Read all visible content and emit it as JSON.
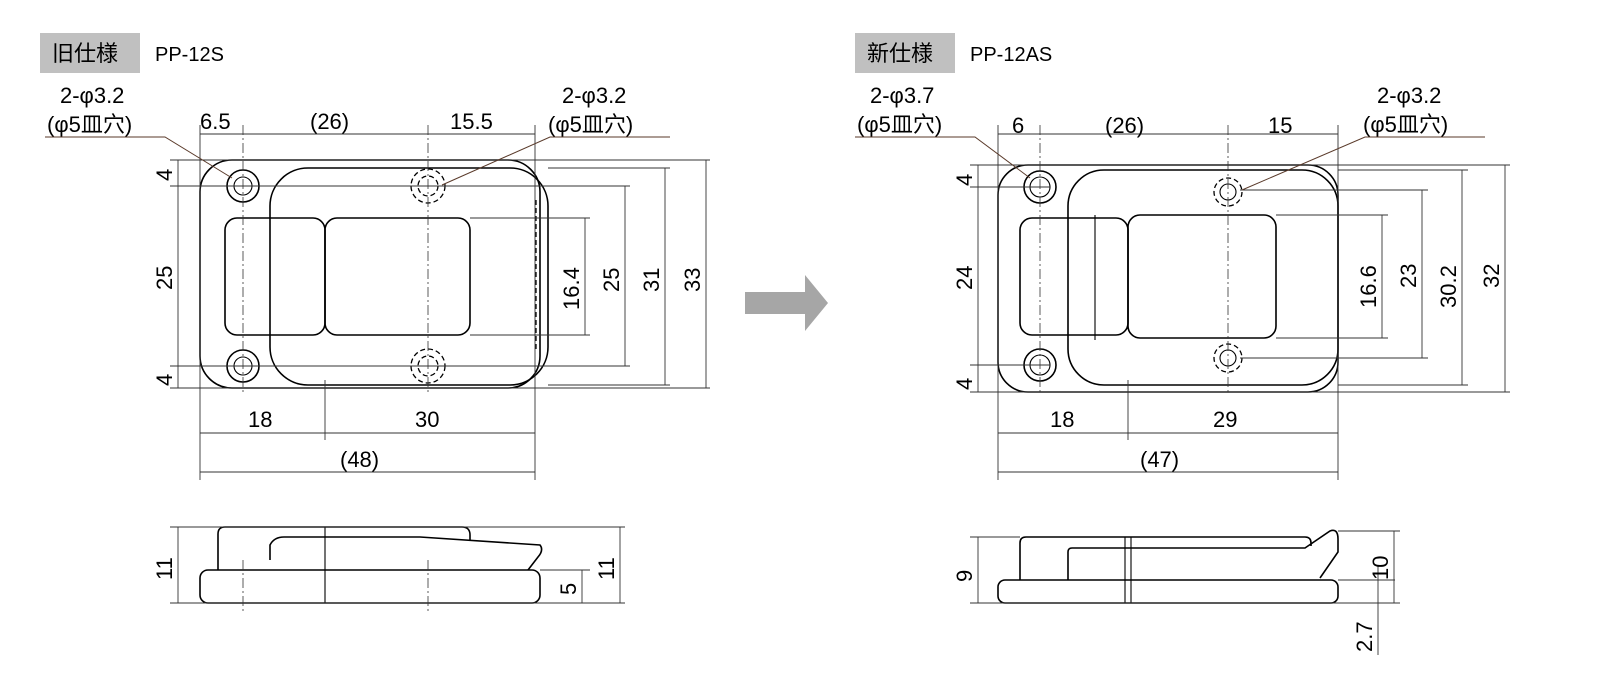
{
  "old": {
    "tag": "旧仕様",
    "model": "PP-12S",
    "callout_left": [
      "2-φ3.2",
      "(φ5皿穴)"
    ],
    "callout_right": [
      "2-φ3.2",
      "(φ5皿穴)"
    ],
    "dims": {
      "top_a": "6.5",
      "top_b": "(26)",
      "top_c": "15.5",
      "left_a": "4",
      "left_b": "25",
      "left_c": "4",
      "r1": "16.4",
      "r2": "25",
      "r3": "31",
      "r4": "33",
      "bot_a": "18",
      "bot_b": "30",
      "total": "(48)",
      "side_h": "11",
      "side_h2": "11",
      "side_base": "5"
    }
  },
  "new": {
    "tag": "新仕様",
    "model": "PP-12AS",
    "callout_left": [
      "2-φ3.7",
      "(φ5皿穴)"
    ],
    "callout_right": [
      "2-φ3.2",
      "(φ5皿穴)"
    ],
    "dims": {
      "top_a": "6",
      "top_b": "(26)",
      "top_c": "15",
      "left_a": "4",
      "left_b": "24",
      "left_c": "4",
      "r1": "16.6",
      "r2": "23",
      "r3": "30.2",
      "r4": "32",
      "bot_a": "18",
      "bot_b": "29",
      "total": "(47)",
      "side_h": "9",
      "side_h2": "10",
      "side_base": "2.7"
    }
  },
  "colors": {
    "tag_bg": "#c0c0c0",
    "arrow": "#a6a6a6"
  }
}
